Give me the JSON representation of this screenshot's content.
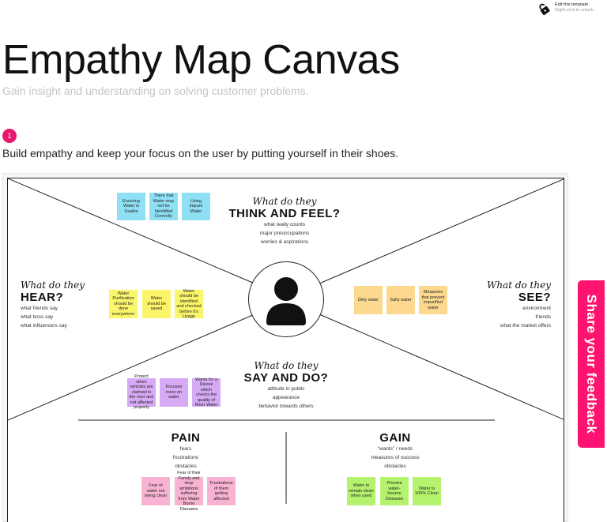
{
  "header": {
    "edit_label": "Edit this template",
    "edit_hint": "Right-click to unlock",
    "title": "Empathy Map Canvas",
    "subtitle": "Gain insight and understanding on solving customer problems.",
    "step_number": "1",
    "intro": "Build empathy and keep your focus on the user by putting yourself in their shoes."
  },
  "think": {
    "script": "What do they",
    "title": "THINK AND FEEL?",
    "lines": [
      "what really counts",
      "major preoccupations",
      "worries & aspirations"
    ]
  },
  "hear": {
    "script": "What do they",
    "title": "HEAR?",
    "lines": [
      "what friends say",
      "what boss say",
      "what influencers say"
    ]
  },
  "see": {
    "script": "What do they",
    "title": "SEE?",
    "lines": [
      "environment",
      "friends",
      "what the market offers"
    ]
  },
  "say": {
    "script": "What do they",
    "title": "SAY AND DO?",
    "lines": [
      "attitude in public",
      "appearance",
      "behavior towards others"
    ]
  },
  "pain": {
    "title": "PAIN",
    "lines": [
      "fears",
      "frustrations",
      "obstacles"
    ]
  },
  "gain": {
    "title": "GAIN",
    "lines": [
      "“wants” / needs",
      "measures of success",
      "obstacles"
    ]
  },
  "notes": {
    "think": [
      "Ensuring Water is Usable",
      "There that Water may not be Identified Correctly",
      "Using Impure Water"
    ],
    "hear": [
      "Water Purification should be done everywhere",
      "Water should be saved",
      "Water should be identified and checked before it's Usage"
    ],
    "see": [
      "Dirty water",
      "Salty water",
      "Measures that prevent impurified water"
    ],
    "say": [
      "Protect when vehicles are claimed in the river and not affected properly",
      "Focuses more on water",
      "Wants for a Device which checks the quality of River Water"
    ],
    "pain": [
      "Fear of water not being clean",
      "Fear of their Family and drop ambitions suffering from Water Borne Diseases",
      "Frustrations of them getting affected"
    ],
    "gain": [
      "Water to remain clean when used",
      "Prevent water-bourne Diseases",
      "Water is 100% Clean"
    ]
  },
  "feedback": {
    "label": "Share your feedback"
  }
}
